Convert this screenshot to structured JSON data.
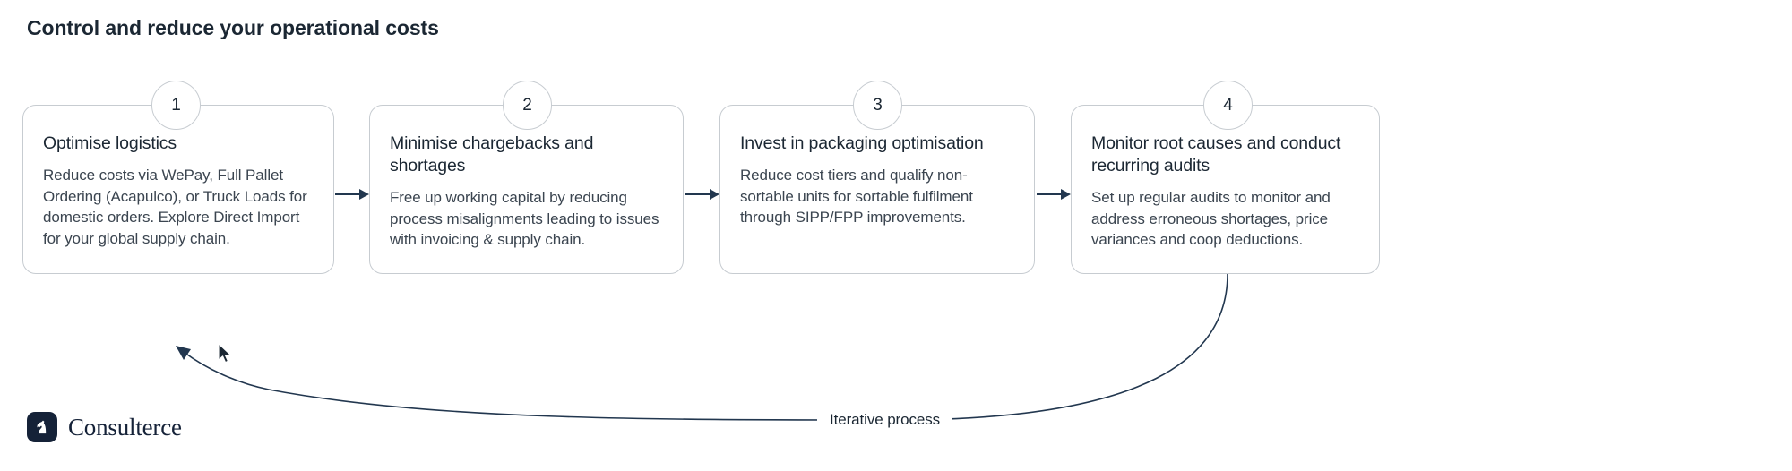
{
  "page": {
    "title": "Control and reduce your operational costs"
  },
  "steps": [
    {
      "number": "1",
      "title": "Optimise logistics",
      "description": "Reduce costs via WePay, Full Pallet Ordering (Acapulco), or Truck Loads for domestic orders. Explore Direct Import for your global supply chain."
    },
    {
      "number": "2",
      "title": "Minimise chargebacks and shortages",
      "description": "Free up working capital by reducing process misalignments leading to issues with invoicing & supply chain."
    },
    {
      "number": "3",
      "title": "Invest in packaging optimisation",
      "description": "Reduce cost tiers and qualify non-sortable units for sortable fulfilment through SIPP/FPP improvements."
    },
    {
      "number": "4",
      "title": "Monitor root causes and conduct recurring audits",
      "description": "Set up regular audits to monitor and address erroneous shortages, price variances and coop deductions."
    }
  ],
  "loop": {
    "label": "Iterative process"
  },
  "brand": {
    "name": "Consulterce",
    "mark_icon": "knight-chess-piece-icon"
  },
  "colors": {
    "text": "#1b2733",
    "body_text": "#3b4550",
    "card_border": "#c7ccd1",
    "arrow": "#22374f",
    "brand": "#152238",
    "background": "#ffffff"
  }
}
